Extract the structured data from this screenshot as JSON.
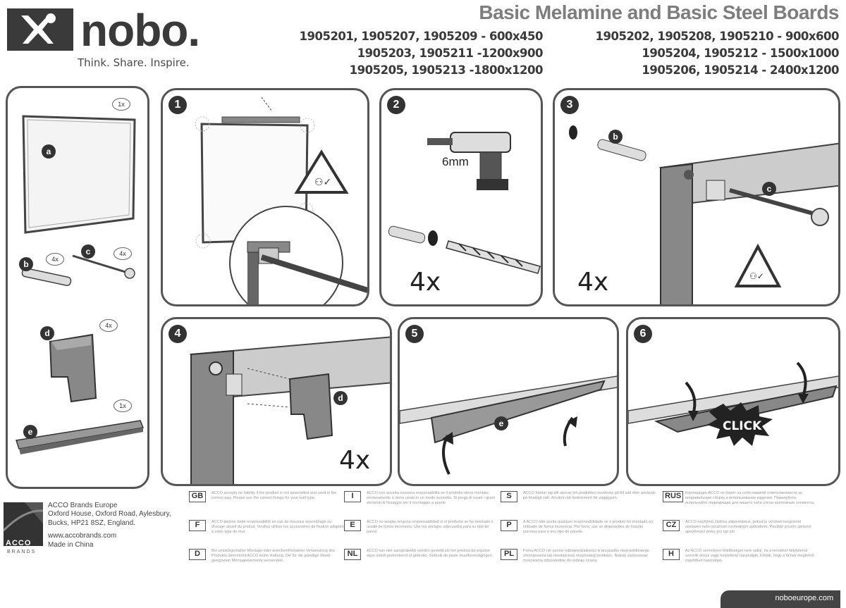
{
  "brand": {
    "name": "nobo.",
    "tagline": "Think. Share. Inspire."
  },
  "title": "Basic Melamine and Basic Steel Boards",
  "models": {
    "left": [
      "1905201, 1905207, 1905209 - 600x450",
      "1905203, 1905211 -1200x900",
      "1905205, 1905213 -1800x1200"
    ],
    "right": [
      "1905202, 1905208, 1905210 - 900x600",
      "1905204, 1905212 - 1500x1000",
      "1905206, 1905214 - 2400x1200"
    ]
  },
  "parts": {
    "a": {
      "label": "a",
      "qty": "1x"
    },
    "b": {
      "label": "b",
      "qty": "4x"
    },
    "c": {
      "label": "c",
      "qty": "4x"
    },
    "d": {
      "label": "d",
      "qty": "4x"
    },
    "e": {
      "label": "e",
      "qty": "1x"
    }
  },
  "steps": [
    {
      "num": "1"
    },
    {
      "num": "2",
      "drill": "6mm",
      "qty": "4x"
    },
    {
      "num": "3",
      "qty": "4x",
      "label_b": "b",
      "label_c": "c"
    },
    {
      "num": "4",
      "qty": "4x",
      "label_d": "d"
    },
    {
      "num": "5",
      "label_e": "e"
    },
    {
      "num": "6",
      "click": "CLICK"
    }
  ],
  "acco": {
    "logo": "ACCO",
    "sub": "BRANDS"
  },
  "address": [
    "ACCO Brands Europe",
    "Oxford House, Oxford Road, Aylesbury,",
    "Bucks, HP21 8SZ, England.",
    "",
    "www.accobrands.com",
    "Made in  China"
  ],
  "languages": [
    {
      "code": "GB",
      "text": "ACCO accepts no liability if the product is not assembled and used in the correct way. Please use the correct fixings for your wall type."
    },
    {
      "code": "F",
      "text": "ACCO décline toute responsabilité en cas de mauvais assemblage ou d'usage abusif du produit. Veuillez utiliser les accessoires de fixation adaptés à votre type de mur."
    },
    {
      "code": "D",
      "text": "Bei unsachgemäßer Montage oder zweckentfremdeter Verwendung des Produkts übernimmt ACCO keine Haftung. Die für die jeweilige Wand geeigneten Montageelemente verwenden."
    },
    {
      "code": "I",
      "text": "ACCO non accetta nessuna responsabilità se il prodotto viene montato erroneamente o viene usato in un modo scorretto. Si prega di usare i giusti elementi di fissaggio per il montaggio a parete."
    },
    {
      "code": "E",
      "text": "ACCO no acepta ninguna responsabilidad si el producto se ha montado o usado de forma incorrecta. Use los anclajes adecuados para su tipo de pared."
    },
    {
      "code": "NL",
      "text": "ACCO kan niet aansprakelijk worden gesteld als het product op onjuiste wijze wordt gemonteerd of gebruikt. Gebruik de juiste muurbevestigingen."
    },
    {
      "code": "S",
      "text": "ACCO fråntar sig allt ansvar om produkten monteras på fel sätt eller används på felaktigt sätt. Använd rätt fästelement för väggtypen."
    },
    {
      "code": "P",
      "text": "A ACCO não aceita qualquer responsabilidade se o produto for montado ou utilizado de forma incorrecta. Por favor, use as disposições de fixação corretas para o seu tipo de parede."
    },
    {
      "code": "PL",
      "text": "Firma ACCO nie ponosi odpowiedzialności w przypadku nieprawidłowego zmontowania lub niewłaściwej eksploatacji produktu. Należy zastosować mocowania odpowiednie do rodzaju ściany."
    },
    {
      "code": "RUS",
      "text": "Корпорация ACCO не берет на себя никакой ответственности за неправильную сборку и использование изделия. Пожалуйста, используйте подходящие для вашего типа стены крепежные элементы."
    },
    {
      "code": "CZ",
      "text": "ACCO nepřijímá žádnou odpovědnost, pokud je výrobek nesprávně sestaven nebo používán nevhodným způsobem. Použijte prosím správné upevňovací prvky pro typ zdi."
    },
    {
      "code": "H",
      "text": "Az ACCO semmilyen felelősséget nem vállal, ha a terméket helytelenül szerelik össze vagy helytelenül használják. Kérjük, hogy a falnak megfelelő rögzítőket használjon."
    }
  ],
  "footer_url": "noboeurope.com"
}
